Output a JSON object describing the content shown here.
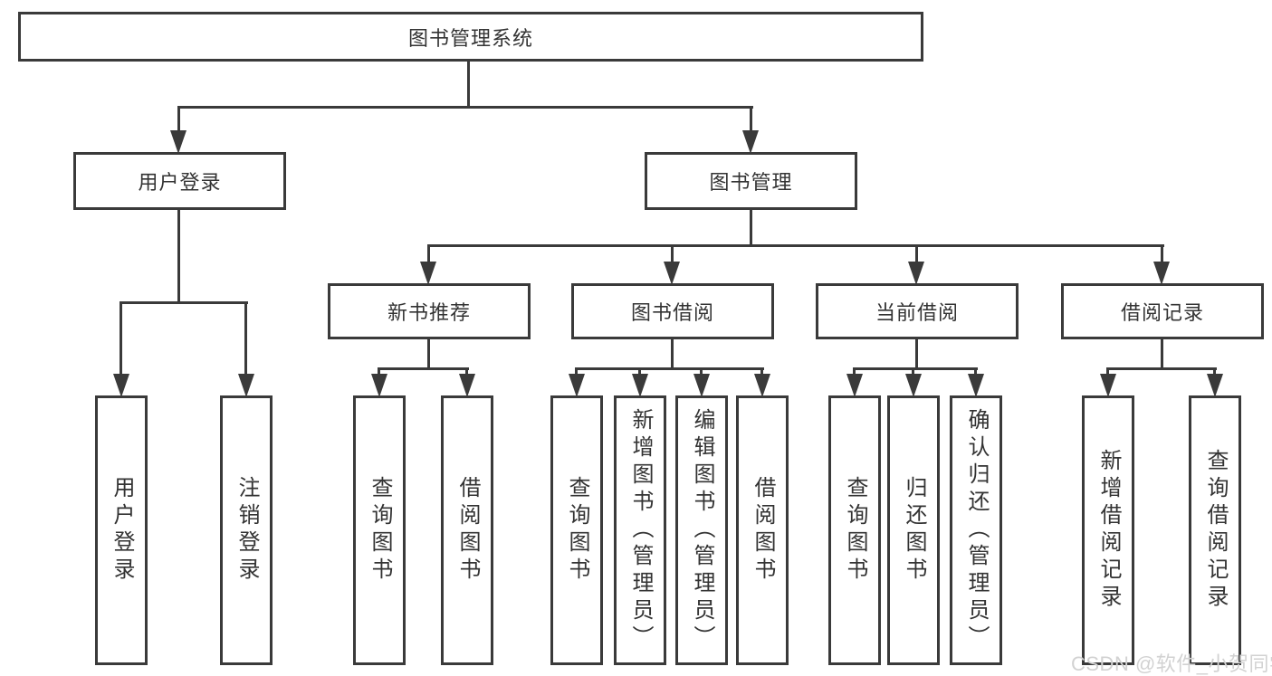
{
  "diagram": {
    "colors": {
      "line": "#3a3a3a",
      "text": "#333333",
      "watermark": "#d2d2d2"
    },
    "nodes": {
      "root": {
        "label": "图书管理系统"
      },
      "user_login": {
        "label": "用户登录"
      },
      "book_mgmt": {
        "label": "图书管理"
      },
      "new_book_rec": {
        "label": "新书推荐"
      },
      "book_borrow": {
        "label": "图书借阅"
      },
      "current_borrow": {
        "label": "当前借阅"
      },
      "borrow_records": {
        "label": "借阅记录"
      },
      "leaves": {
        "user_login": [
          "用户登录",
          "注销登录"
        ],
        "new_book_rec": [
          "查询图书",
          "借阅图书"
        ],
        "book_borrow": [
          "查询图书",
          "新增图书（管理员）",
          "编辑图书（管理员）",
          "借阅图书"
        ],
        "current_borrow": [
          "查询图书",
          "归还图书",
          "确认归还（管理员）"
        ],
        "borrow_records": [
          "新增借阅记录",
          "查询借阅记录"
        ]
      }
    },
    "watermark": "CSDN @软件_小贺同学"
  }
}
